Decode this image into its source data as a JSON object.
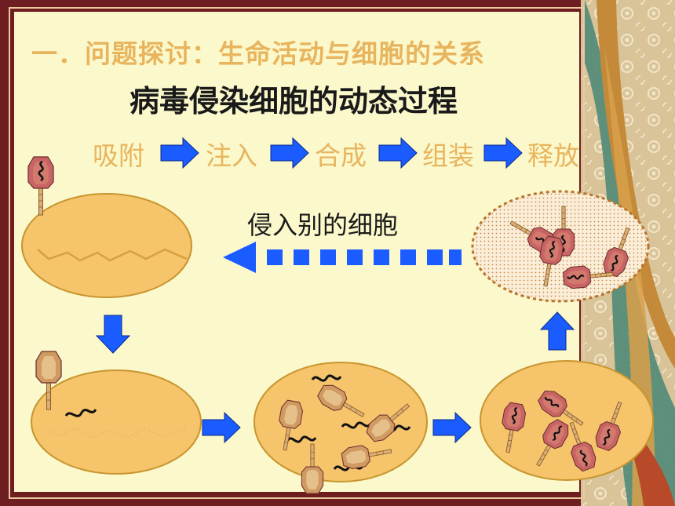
{
  "slide": {
    "title": "一．问题探讨：生命活动与细胞的关系",
    "subtitle": "病毒侵染细胞的动态过程",
    "steps": [
      "吸附",
      "注入",
      "合成",
      "组装",
      "释放"
    ],
    "reinvade_label": "侵入别的细胞"
  },
  "colors": {
    "cell_fill": "#f5c46b",
    "cell_stroke": "#c8952e",
    "virus_head": "#c86464",
    "virus_tail": "#dcb074",
    "arrow_blue": "#1a5cff",
    "title_gold": "#e8b45e",
    "frame_brown": "#6e1e20"
  }
}
